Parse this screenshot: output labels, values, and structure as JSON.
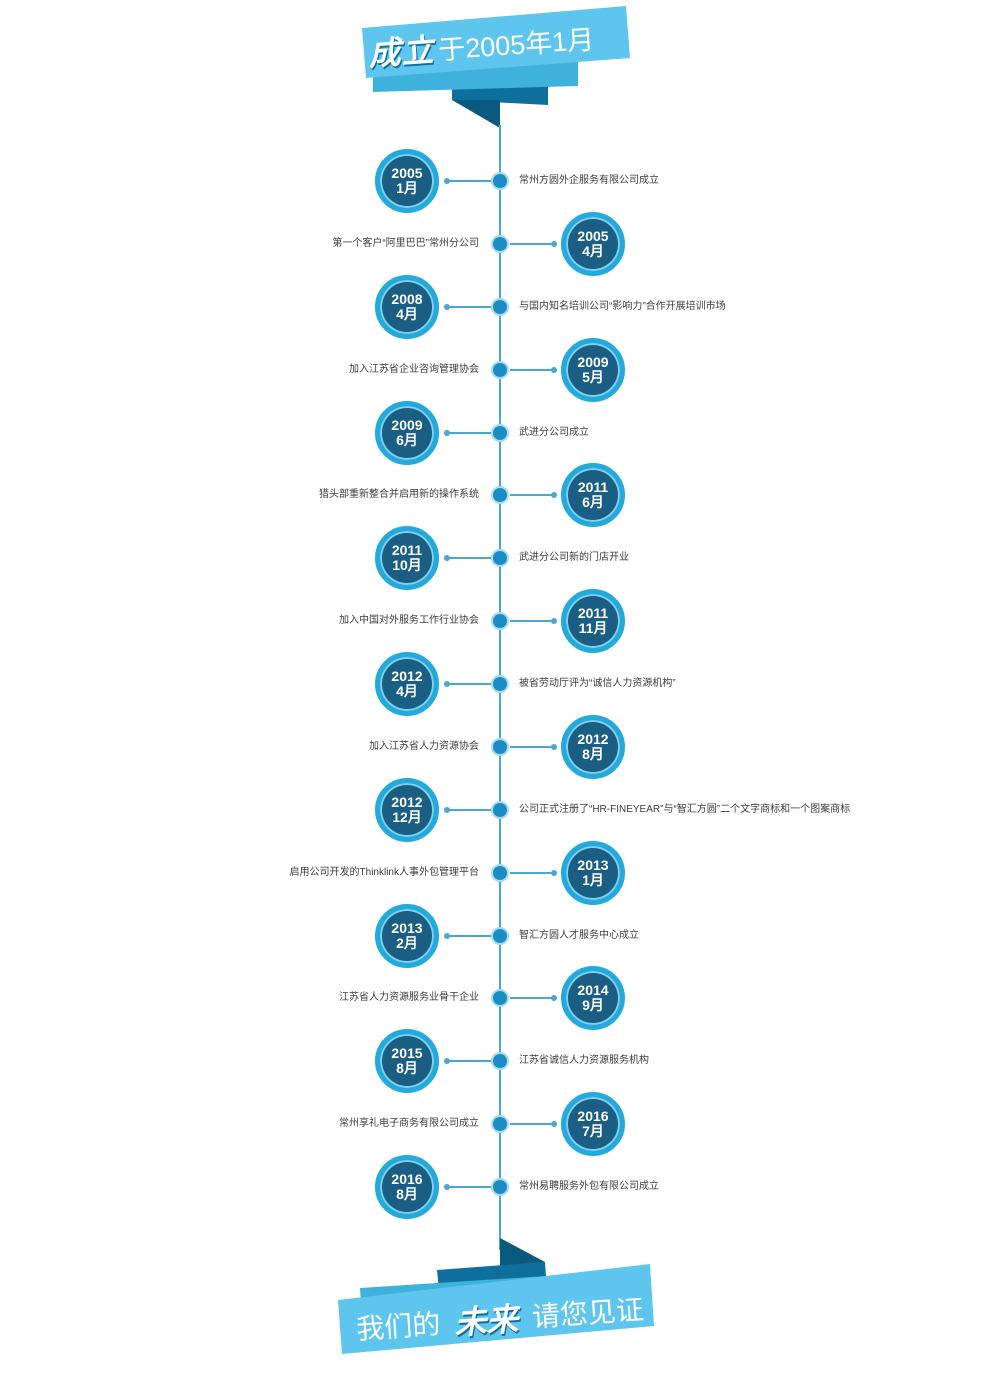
{
  "header": {
    "title_strong": "成立",
    "title_rest": "于2005年1月"
  },
  "footer": {
    "text_before": "我们的",
    "text_strong": "未来",
    "text_after": "请您见证"
  },
  "colors": {
    "ribbon_light": "#5ec6ee",
    "ribbon_dark": "#0f6f9c",
    "badge_fill": "#1a5e84",
    "badge_ring": "#23aadc",
    "line": "#4aa7cf"
  },
  "events": [
    {
      "year": "2005",
      "month": "1月",
      "side": "left",
      "text": "常州方圆外企服务有限公司成立"
    },
    {
      "year": "2005",
      "month": "4月",
      "side": "right",
      "text": "第一个客户“阿里巴巴”常州分公司"
    },
    {
      "year": "2008",
      "month": "4月",
      "side": "left",
      "text": "与国内知名培训公司“影响力”合作开展培训市场"
    },
    {
      "year": "2009",
      "month": "5月",
      "side": "right",
      "text": "加入江苏省企业咨询管理协会"
    },
    {
      "year": "2009",
      "month": "6月",
      "side": "left",
      "text": "武进分公司成立"
    },
    {
      "year": "2011",
      "month": "6月",
      "side": "right",
      "text": "猎头部重新整合并启用新的操作系统"
    },
    {
      "year": "2011",
      "month": "10月",
      "side": "left",
      "text": "武进分公司新的门店开业"
    },
    {
      "year": "2011",
      "month": "11月",
      "side": "right",
      "text": "加入中国对外服务工作行业协会"
    },
    {
      "year": "2012",
      "month": "4月",
      "side": "left",
      "text": "被省劳动厅评为“诚信人力资源机构”"
    },
    {
      "year": "2012",
      "month": "8月",
      "side": "right",
      "text": "加入江苏省人力资源协会"
    },
    {
      "year": "2012",
      "month": "12月",
      "side": "left",
      "text": "公司正式注册了“HR-FINEYEAR”与“智汇方圆”二个文字商标和一个图案商标"
    },
    {
      "year": "2013",
      "month": "1月",
      "side": "right",
      "text": "启用公司开发的Thinklink人事外包管理平台"
    },
    {
      "year": "2013",
      "month": "2月",
      "side": "left",
      "text": "智汇方圆人才服务中心成立"
    },
    {
      "year": "2014",
      "month": "9月",
      "side": "right",
      "text": "江苏省人力资源服务业骨干企业"
    },
    {
      "year": "2015",
      "month": "8月",
      "side": "left",
      "text": "江苏省诚信人力资源服务机构"
    },
    {
      "year": "2016",
      "month": "7月",
      "side": "right",
      "text": "常州享礼电子商务有限公司成立"
    },
    {
      "year": "2016",
      "month": "8月",
      "side": "left",
      "text": "常州易聘服务外包有限公司成立"
    }
  ]
}
